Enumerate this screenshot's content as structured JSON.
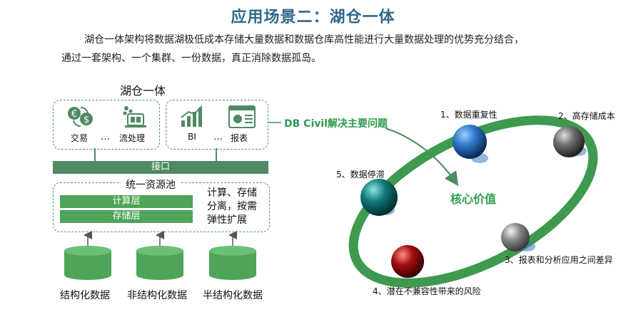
{
  "title": "应用场景二：湖仓一体",
  "description": {
    "line1": "湖仓一体架构将数据湖极低成本存储大量数据和数据仓库高性能进行大量数据处理的优势充分结合，",
    "line2": "通过一套架构、一个集群、一份数据，真正消除数据孤岛。"
  },
  "lakehouse": {
    "title": "湖仓一体",
    "apps": [
      {
        "label": "交易",
        "icon": "exchange-icon"
      },
      {
        "label": "流处理",
        "icon": "stream-process-icon"
      },
      {
        "label": "BI",
        "icon": "bar-chart-icon"
      },
      {
        "label": "报表",
        "icon": "report-icon"
      }
    ],
    "ellipsis": "…",
    "interface_label": "接口",
    "pool_title": "统一资源池",
    "compute_layer": "计算层",
    "storage_layer": "存储层",
    "side_note": [
      "计算、存储",
      "分离，按需",
      "弹性扩展"
    ],
    "sources": [
      "结构化数据",
      "非结构化数据",
      "半结构化数据"
    ]
  },
  "problems_panel": {
    "header": "DB Civil解决主要问题",
    "core_value": "核心价值",
    "problems": [
      {
        "label": "1、数据重复性",
        "color": "#2f78c8"
      },
      {
        "label": "2、高存储成本",
        "color": "#6e6e6e"
      },
      {
        "label": "3、报表和分析应用之间差异",
        "color": "#8a8a8a"
      },
      {
        "label": "4、潜在不兼容性带来的风险",
        "color": "#a40e0e"
      },
      {
        "label": "5、数据停滞",
        "color": "#127a7a"
      }
    ],
    "ring_color": "#3f9a4f",
    "accent_color": "#4f8a62"
  }
}
